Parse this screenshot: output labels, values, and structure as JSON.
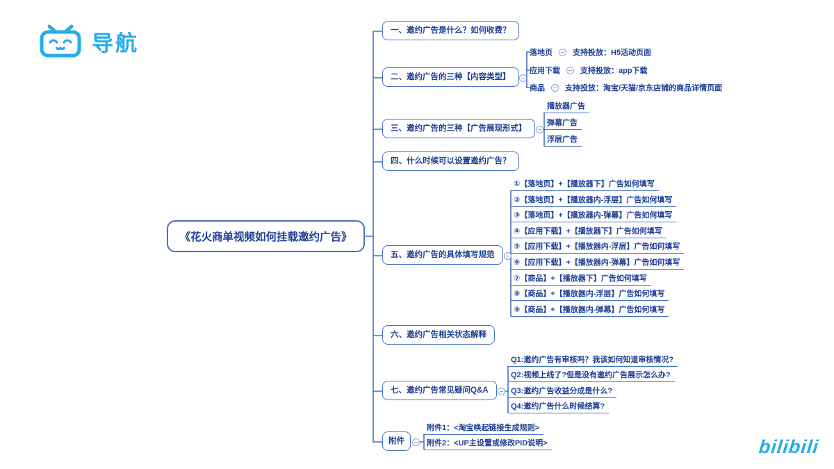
{
  "header": {
    "brand_name": "导航"
  },
  "watermark": {
    "text": "bilibili"
  },
  "colors": {
    "brand_blue": "#23ADE5",
    "line_blue": "#4472C4",
    "text_navy": "#1D3E94"
  },
  "mindmap": {
    "root": {
      "label": "《花火商单视频如何挂载邀约广告》"
    },
    "branch1": {
      "label": "一、邀约广告是什么？如何收费？"
    },
    "branch2": {
      "label": "二、邀约广告的三种【内容类型】",
      "children": [
        {
          "label": "落地页",
          "detail": "支持投放：H5活动页面"
        },
        {
          "label": "应用下载",
          "detail": "支持投放：app下载"
        },
        {
          "label": "商品",
          "detail": "支持投放：淘宝/天猫/京东店铺的商品详情页面"
        }
      ]
    },
    "branch3": {
      "label": "三、邀约广告的三种【广告展现形式】",
      "children": [
        {
          "label": "播放器广告"
        },
        {
          "label": "弹幕广告"
        },
        {
          "label": "浮层广告"
        }
      ]
    },
    "branch4": {
      "label": "四、什么时候可以设置邀约广告？"
    },
    "branch5": {
      "label": "五、邀约广告的具体填写规范",
      "children": [
        {
          "label": "①【落地页】+【播放器下】广告如何填写"
        },
        {
          "label": "②【落地页】+【播放器内-浮层】广告如何填写"
        },
        {
          "label": "③【落地页】+【播放器内-弹幕】广告如何填写"
        },
        {
          "label": "④【应用下载】+【播放器下】广告如何填写"
        },
        {
          "label": "⑤【应用下载】+【播放器内-浮层】广告如何填写"
        },
        {
          "label": "⑥【应用下载】+【播放器内-弹幕】广告如何填写"
        },
        {
          "label": "⑦【商品】+【播放器下】广告如何填写"
        },
        {
          "label": "⑧【商品】+【播放器内-浮层】广告如何填写"
        },
        {
          "label": "⑨【商品】+【播放器内-弹幕】广告如何填写"
        }
      ]
    },
    "branch6": {
      "label": "六、邀约广告相关状态解释"
    },
    "branch7": {
      "label": "七、邀约广告常见疑问Q&A",
      "children": [
        {
          "label": "Q1:邀约广告有审核吗？我该如何知道审核情况?"
        },
        {
          "label": "Q2:视频上线了?但是没有邀约广告展示怎么办?"
        },
        {
          "label": "Q3:邀约广告收益分成是什么?"
        },
        {
          "label": "Q4:邀约广告什么时候结算?"
        }
      ]
    },
    "branch8": {
      "label": "附件",
      "children": [
        {
          "label": "附件1：<淘宝唤起链接生成规则>"
        },
        {
          "label": "附件2：<UP主设置或修改PID说明>"
        }
      ]
    }
  }
}
